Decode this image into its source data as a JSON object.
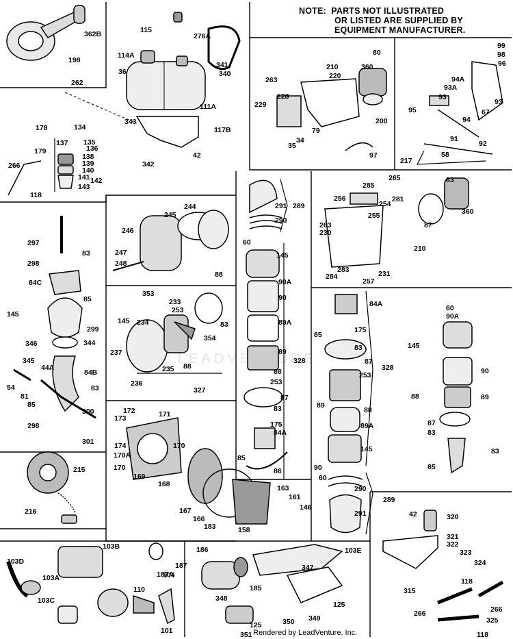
{
  "note": {
    "prefix": "NOTE:",
    "line1": "PARTS NOT ILLUSTRATED",
    "line2": "OR LISTED ARE SUPPLIED BY",
    "line3": "EQUIPMENT MANUFACTURER."
  },
  "credit": "Rendered by LeadVenture, Inc.",
  "watermark": "LEADVENTURE",
  "part_numbers": {
    "p_362b": "362B",
    "p_198": "198",
    "p_262": "262",
    "p_115": "115",
    "p_276a": "276A",
    "p_114a": "114A",
    "p_341": "341",
    "p_340": "340",
    "p_36": "36",
    "p_343": "343",
    "p_111a": "111A",
    "p_117b": "117B",
    "p_42": "42",
    "p_342": "342",
    "p_178": "178",
    "p_134": "134",
    "p_137": "137",
    "p_135": "135",
    "p_136": "136",
    "p_179": "179",
    "p_138": "138",
    "p_139": "139",
    "p_140": "140",
    "p_141": "141",
    "p_142": "142",
    "p_143": "143",
    "p_266": "266",
    "p_118": "118",
    "p_80": "80",
    "p_263": "263",
    "p_210": "210",
    "p_360": "360",
    "p_220": "220",
    "p_228": "228",
    "p_229": "229",
    "p_200": "200",
    "p_79": "79",
    "p_34": "34",
    "p_35": "35",
    "p_97": "97",
    "p_99": "99",
    "p_98": "98",
    "p_96": "96",
    "p_94a": "94A",
    "p_93a": "93A",
    "p_93": "93",
    "p_95": "95",
    "p_67": "67",
    "p_94": "94",
    "p_91": "91",
    "p_92": "92",
    "p_217": "217",
    "p_58": "58",
    "p_297": "297",
    "p_298": "298",
    "p_84c": "84C",
    "p_85": "85",
    "p_83": "83",
    "p_145": "145",
    "p_299": "299",
    "p_346": "346",
    "p_344": "344",
    "p_345": "345",
    "p_44a": "44A",
    "p_84b": "84B",
    "p_54": "54",
    "p_81": "81",
    "p_300": "300",
    "p_301": "301",
    "p_244": "244",
    "p_245": "245",
    "p_246": "246",
    "p_247": "247",
    "p_248": "248",
    "p_88": "88",
    "p_353": "353",
    "p_233": "233",
    "p_253": "253",
    "p_234": "234",
    "p_354": "354",
    "p_237": "237",
    "p_235": "235",
    "p_236": "236",
    "p_327": "327",
    "p_291": "291",
    "p_289": "289",
    "p_290": "290",
    "p_60": "60",
    "p_90a": "90A",
    "p_90": "90",
    "p_89a": "89A",
    "p_89": "89",
    "p_328": "328",
    "p_87": "87",
    "p_175": "175",
    "p_84a": "84A",
    "p_86": "86",
    "p_265": "265",
    "p_285": "285",
    "p_256": "256",
    "p_254": "254",
    "p_281": "281",
    "p_255": "255",
    "p_230": "230",
    "p_283": "283",
    "p_284": "284",
    "p_257": "257",
    "p_231": "231",
    "p_172": "172",
    "p_171": "171",
    "p_173": "173",
    "p_174": "174",
    "p_170a": "170A",
    "p_170": "170",
    "p_169": "169",
    "p_168": "168",
    "p_167": "167",
    "p_163": "163",
    "p_161": "161",
    "p_146": "146",
    "p_166": "166",
    "p_183": "183",
    "p_158": "158",
    "p_215": "215",
    "p_216": "216",
    "p_320": "320",
    "p_321": "321",
    "p_322": "322",
    "p_323": "323",
    "p_324": "324",
    "p_315": "315",
    "p_325": "325",
    "p_103b": "103B",
    "p_103d": "103D",
    "p_103a": "103A",
    "p_103c": "103C",
    "p_110": "110",
    "p_104": "104",
    "p_187a": "187A",
    "p_101": "101",
    "p_186": "186",
    "p_103e": "103E",
    "p_187": "187",
    "p_185": "185",
    "p_347": "347",
    "p_348": "348",
    "p_125": "125",
    "p_349": "349",
    "p_350": "350",
    "p_351": "351"
  }
}
